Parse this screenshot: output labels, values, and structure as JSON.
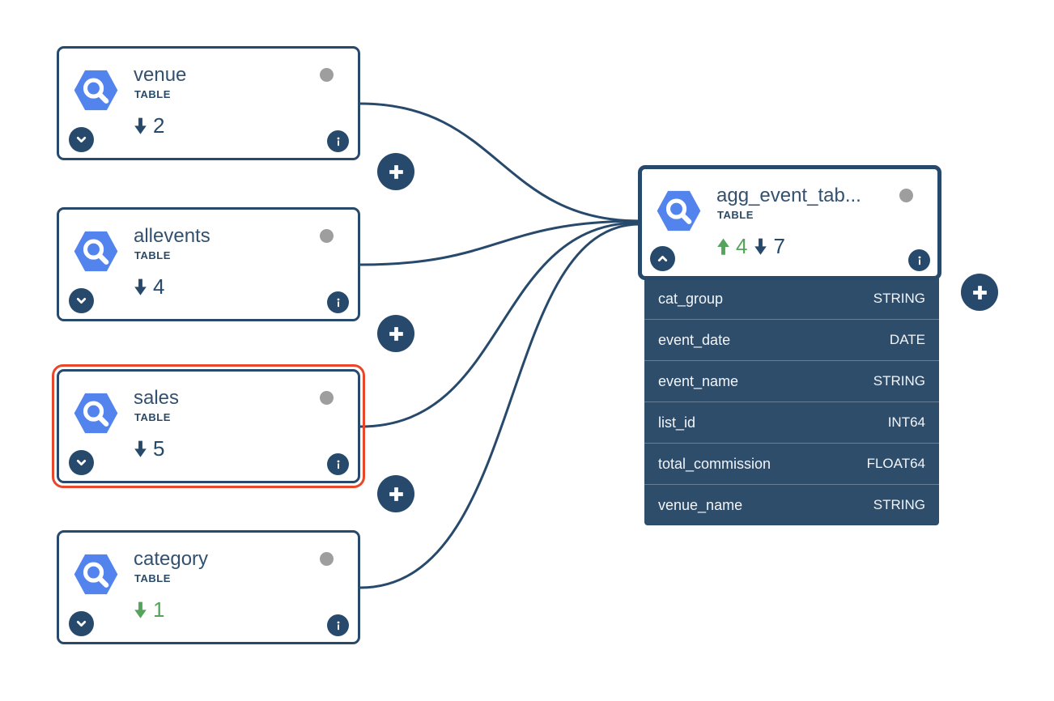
{
  "colors": {
    "navy": "#27496B",
    "title_text": "#33516E",
    "row_background": "#2E4D6B",
    "bigquery_blue": "#5383EC",
    "green": "#55A45B",
    "selection_red": "#E8472B",
    "status_gray": "#9E9E9E"
  },
  "nodes": [
    {
      "title": "venue",
      "type_label": "TABLE",
      "downstream_count": "2",
      "count_color": "#27496B",
      "selected": false
    },
    {
      "title": "allevents",
      "type_label": "TABLE",
      "downstream_count": "4",
      "count_color": "#27496B",
      "selected": false
    },
    {
      "title": "sales",
      "type_label": "TABLE",
      "downstream_count": "5",
      "count_color": "#27496B",
      "selected": true
    },
    {
      "title": "category",
      "type_label": "TABLE",
      "downstream_count": "1",
      "count_color": "#55A45B",
      "selected": false
    }
  ],
  "target_node": {
    "title": "agg_event_tab...",
    "type_label": "TABLE",
    "upstream_count": "4",
    "upstream_color": "#55A45B",
    "downstream_count": "7",
    "downstream_color": "#27496B",
    "columns": [
      {
        "name": "cat_group",
        "type": "STRING"
      },
      {
        "name": "event_date",
        "type": "DATE"
      },
      {
        "name": "event_name",
        "type": "STRING"
      },
      {
        "name": "list_id",
        "type": "INT64"
      },
      {
        "name": "total_commission",
        "type": "FLOAT64"
      },
      {
        "name": "venue_name",
        "type": "STRING"
      }
    ]
  }
}
